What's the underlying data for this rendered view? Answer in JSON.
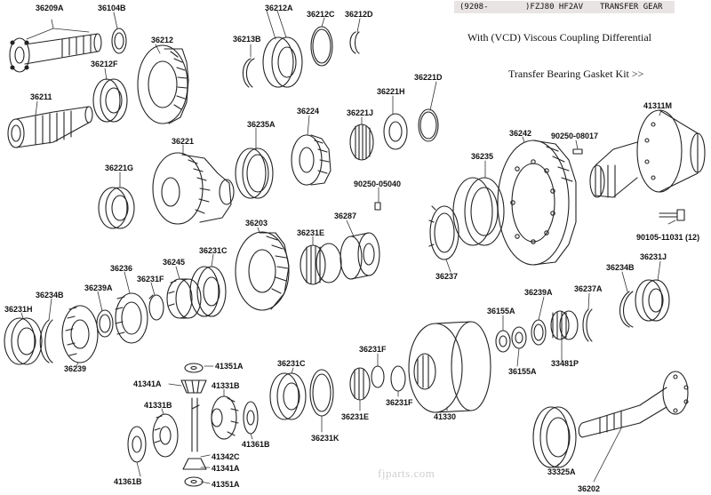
{
  "header": {
    "date_range": "(9208-",
    "model": ")FZJ80 HF2AV",
    "title": "TRANSFER GEAR"
  },
  "subtitle": "With (VCD) Viscous Coupling Differential",
  "kit_link": "Transfer Bearing Gasket Kit >>",
  "watermark": "fjparts.com",
  "part_labels": {
    "l36209A": "36209A",
    "l36104B": "36104B",
    "l36212A": "36212A",
    "l36212C": "36212C",
    "l36212D": "36212D",
    "l36213B": "36213B",
    "l36212": "36212",
    "l36212F": "36212F",
    "l36211": "36211",
    "l36221D": "36221D",
    "l36221H": "36221H",
    "l36221J": "36221J",
    "l36224": "36224",
    "l36235A": "36235A",
    "l36221": "36221",
    "l36221G": "36221G",
    "l9025005040": "90250-05040",
    "l36203": "36203",
    "l36287": "36287",
    "l36231E_top": "36231E",
    "l36242": "36242",
    "l9025008017": "90250-08017",
    "l41311M": "41311M",
    "l36235": "36235",
    "l9010511031": "90105-11031 (12)",
    "l36237": "36237",
    "l36231C_top": "36231C",
    "l36245": "36245",
    "l36236": "36236",
    "l36231F_top": "36231F",
    "l36239A_left": "36239A",
    "l36234B_left": "36234B",
    "l36231H": "36231H",
    "l36239": "36239",
    "l36234B_right": "36234B",
    "l36231J": "36231J",
    "l36237A": "36237A",
    "l36239A_right": "36239A",
    "l36155A_top": "36155A",
    "l36155A_bottom": "36155A",
    "l33481P": "33481P",
    "l41351A_top": "41351A",
    "l41341A_top": "41341A",
    "l41331B_top": "41331B",
    "l41331B_left": "41331B",
    "l41361B_right": "41361B",
    "l41361B_left": "41361B",
    "l41342C": "41342C",
    "l41341A_bottom": "41341A",
    "l41351A_bottom": "41351A",
    "l36231C_mid": "36231C",
    "l36231K": "36231K",
    "l36231F_mid": "36231F",
    "l36231E_mid": "36231E",
    "l36231F_bottom": "36231F",
    "l41330": "41330",
    "l33325A": "33325A",
    "l36202": "36202"
  }
}
